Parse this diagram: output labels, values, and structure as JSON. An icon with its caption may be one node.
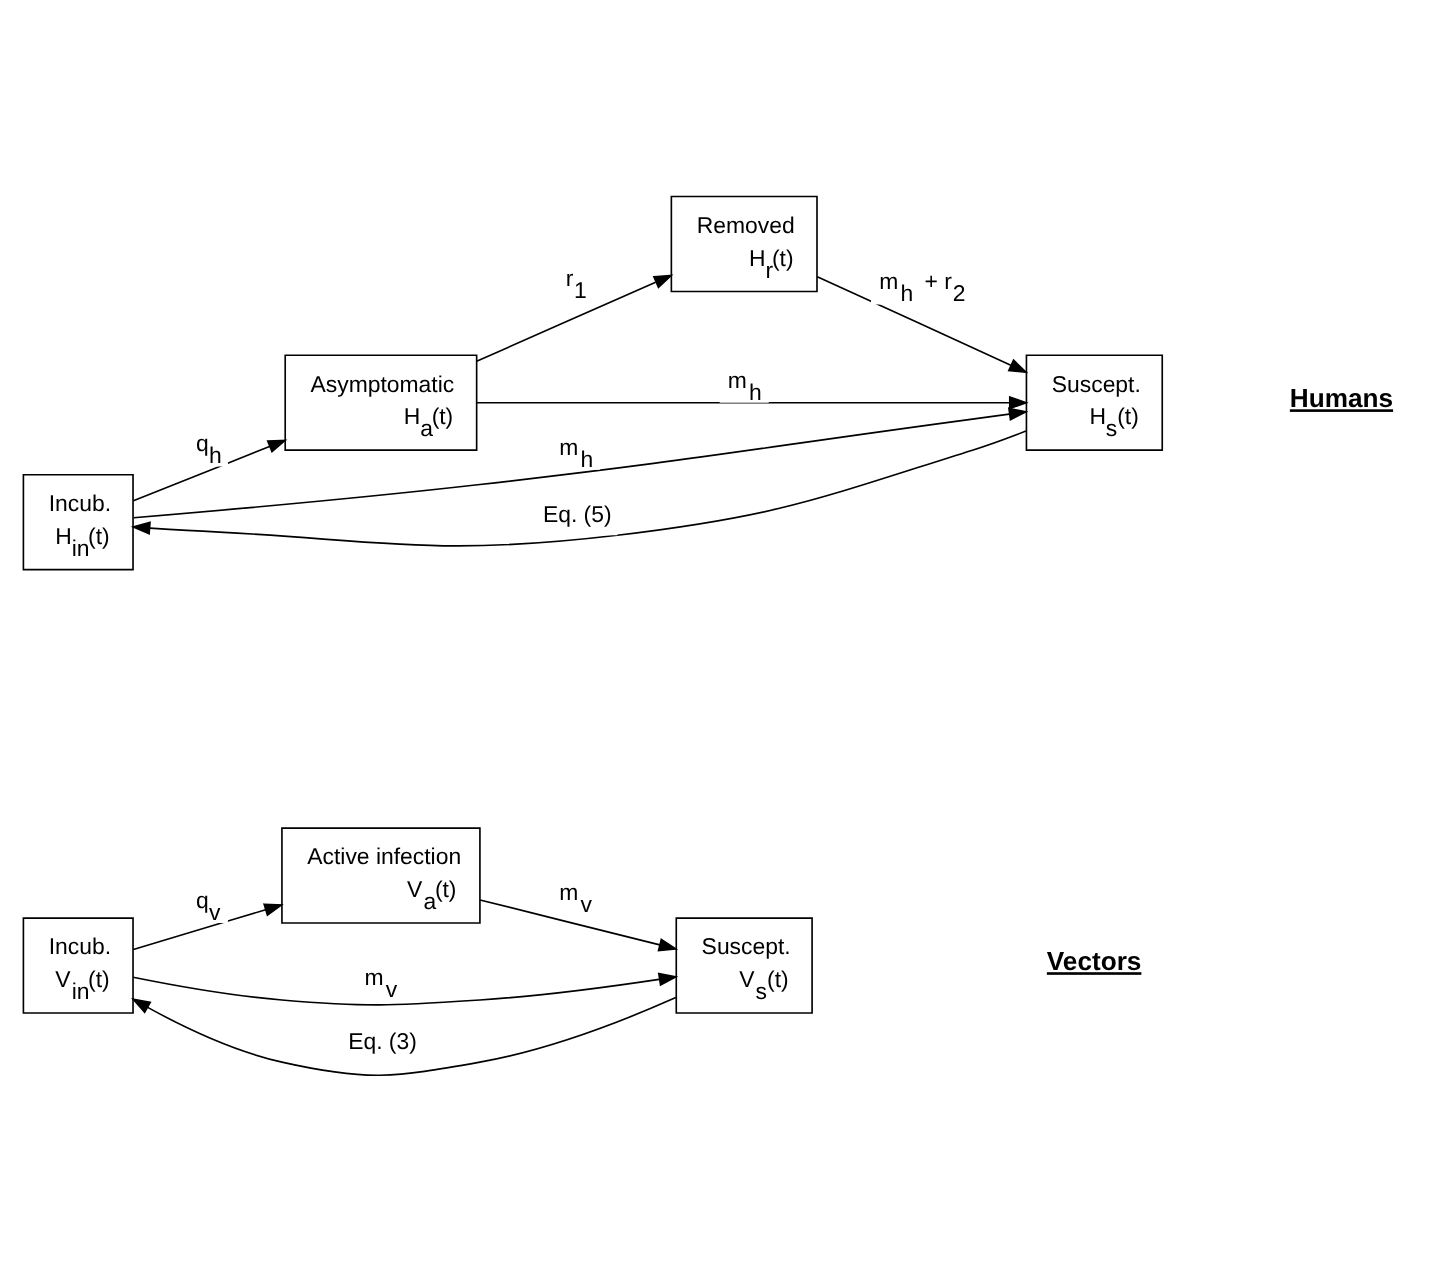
{
  "diagram": {
    "nodes": [
      {
        "text": [
          "Incub.",
          "V$_{in}$(t)"
        ]
      },
      {
        "text": [
          "Active infection",
          "V$_{a}$(t)"
        ]
      },
      {
        "text": [
          "Suscept.",
          "V$_{s}$(t)"
        ]
      },
      {
        "text": [
          "Incub.",
          "H$_{in}$(t)"
        ]
      },
      {
        "text": [
          "Asymptomatic",
          "H$_{a}$(t)"
        ]
      },
      {
        "text": [
          "Removed",
          "H$_{r}$(t)"
        ]
      },
      {
        "text": [
          "Suscept.",
          "H$_{s}$(t)"
        ]
      }
    ],
    "edges": [
      {
        "from": 0,
        "to": 1,
        "arrow": "to",
        "label": "q$_{v}$"
      },
      {
        "from": 0,
        "to": 2,
        "arrow": "to",
        "label": "m$_{v}$"
      },
      {
        "from": 1,
        "to": 2,
        "arrow": "to",
        "label": "m$_{v}$"
      },
      {
        "from": 2,
        "to": 0,
        "arrow": "to",
        "label": "Eq. (3)"
      },
      {
        "from": 3,
        "to": 4,
        "arrow": "to",
        "label": "q$_{h}$"
      },
      {
        "from": 4,
        "to": 5,
        "arrow": "to",
        "label": "r$_{1}$"
      },
      {
        "from": 3,
        "to": 6,
        "arrow": "to",
        "label": "m$_{h}$"
      },
      {
        "from": 4,
        "to": 6,
        "arrow": "to",
        "label": "m$_{h}$"
      },
      {
        "from": 5,
        "to": 6,
        "arrow": "to",
        "label": "m$_{h}$ + r$_{2}$"
      },
      {
        "from": 6,
        "to": 3,
        "arrow": "to",
        "label": "Eq. (5)"
      }
    ],
    "labels": [
      "Vectors",
      "Humans"
    ]
  }
}
